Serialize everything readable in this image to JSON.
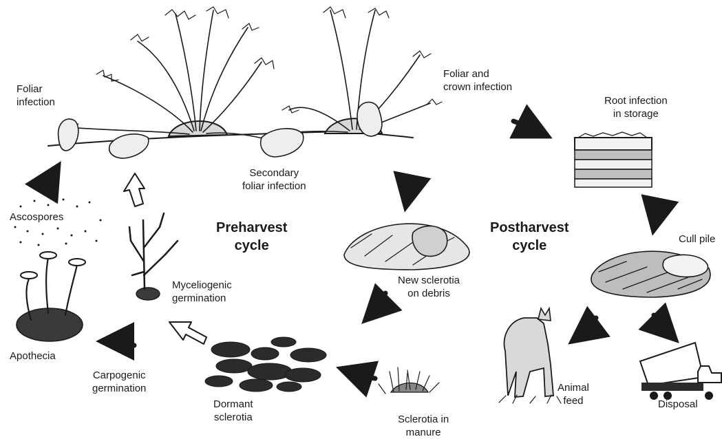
{
  "cycles": {
    "preharvest": "Preharvest\ncycle",
    "postharvest": "Postharvest\ncycle"
  },
  "labels": {
    "foliar_infection": "Foliar\ninfection",
    "foliar_crown_infection": "Foliar and\ncrown infection",
    "root_infection_storage": "Root infection\nin storage",
    "secondary_foliar_infection": "Secondary\nfoliar infection",
    "ascospores": "Ascospores",
    "cull_pile": "Cull pile",
    "new_sclerotia_debris": "New sclerotia\non debris",
    "myceliogenic_germination": "Myceliogenic\ngermination",
    "apothecia": "Apothecia",
    "carpogenic_germination": "Carpogenic\ngermination",
    "dormant_sclerotia": "Dormant\nsclerotia",
    "sclerotia_in_manure": "Sclerotia in\nmanure",
    "animal_feed": "Animal\nfeed",
    "disposal": "Disposal"
  },
  "colors": {
    "ink": "#1a1a1a",
    "sclerotia": "#2b2b2b",
    "paper": "#ffffff"
  }
}
